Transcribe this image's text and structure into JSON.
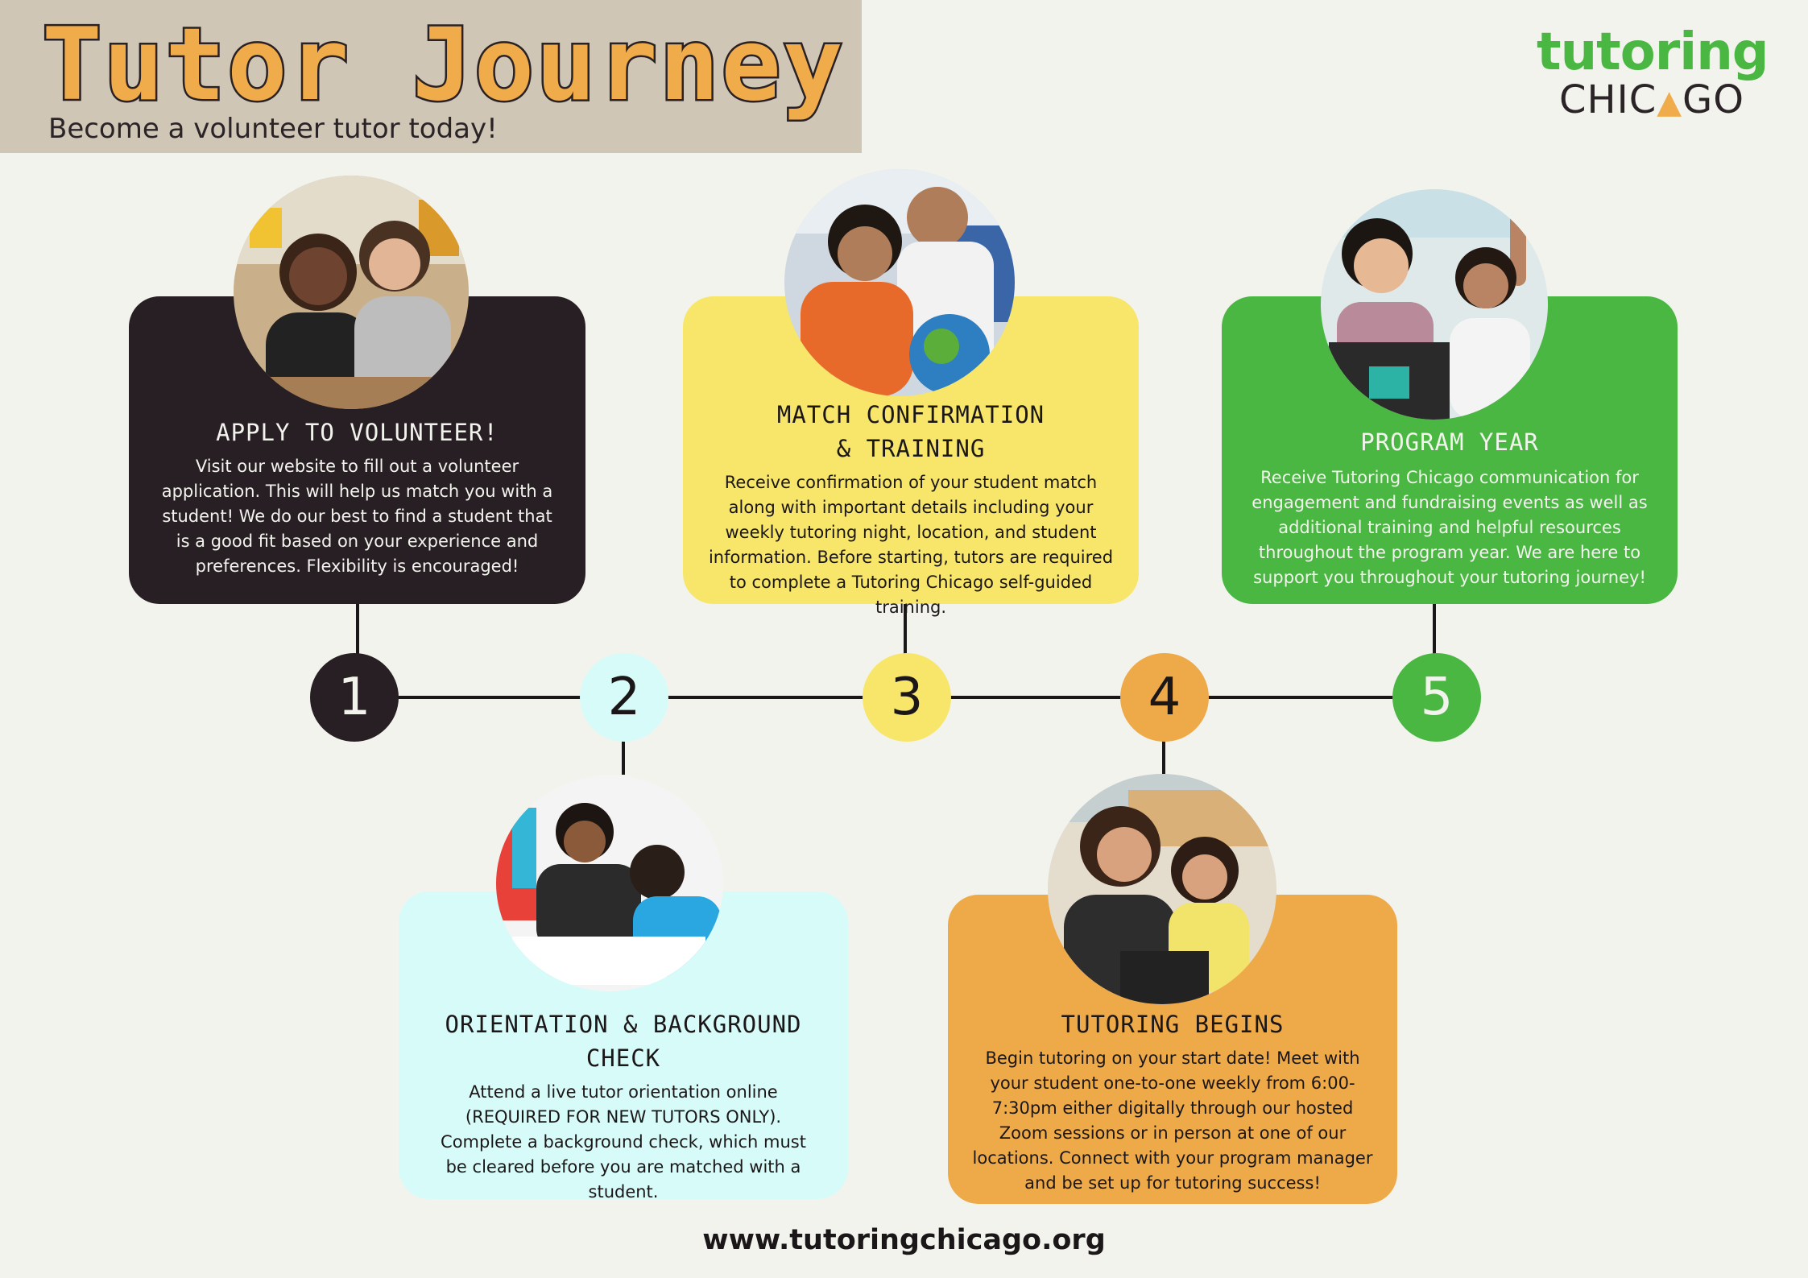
{
  "header": {
    "title": "Tutor Journey",
    "subtitle": "Become a volunteer tutor today!"
  },
  "logo": {
    "line1": "tutoring",
    "line2_a": "CHIC",
    "line2_b": "GO",
    "pencil_icon": "pencil-icon"
  },
  "colors": {
    "dark": "#281f24",
    "yellow": "#f7e66a",
    "green": "#4ab743",
    "cyan": "#d7fbf8",
    "orange": "#eeaa48",
    "tan": "#cfc6b6",
    "background": "#f3f3ee"
  },
  "steps": [
    {
      "number": "1",
      "title_lines": [
        "APPLY TO VOLUNTEER!"
      ],
      "body": "Visit our website to fill out a volunteer application. This will help us match you with a student! We do our best to find a student that is a good fit based on your experience and preferences. Flexibility is encouraged!"
    },
    {
      "number": "2",
      "title_lines": [
        "ORIENTATION & BACKGROUND",
        "CHECK"
      ],
      "body": "Attend a live tutor orientation online (REQUIRED FOR NEW TUTORS ONLY). Complete a background check, which must be cleared before you are matched with a student."
    },
    {
      "number": "3",
      "title_lines": [
        "MATCH CONFIRMATION",
        "& TRAINING"
      ],
      "body": "Receive confirmation of your student match along with important details including your weekly tutoring night, location, and student information. Before starting, tutors are required to complete a Tutoring Chicago self-guided training."
    },
    {
      "number": "4",
      "title_lines": [
        "TUTORING BEGINS"
      ],
      "body": "Begin tutoring on your start date! Meet with your student one-to-one weekly from 6:00-7:30pm either digitally through our hosted Zoom sessions or in person at one of our locations. Connect with your program manager and be set up for tutoring success!"
    },
    {
      "number": "5",
      "title_lines": [
        "PROGRAM YEAR"
      ],
      "body": "Receive Tutoring Chicago communication for engagement and fundraising events as well as additional training and helpful resources throughout the program year. We are here to support you throughout your tutoring journey!"
    }
  ],
  "footer": {
    "url": "www.tutoringchicago.org"
  }
}
